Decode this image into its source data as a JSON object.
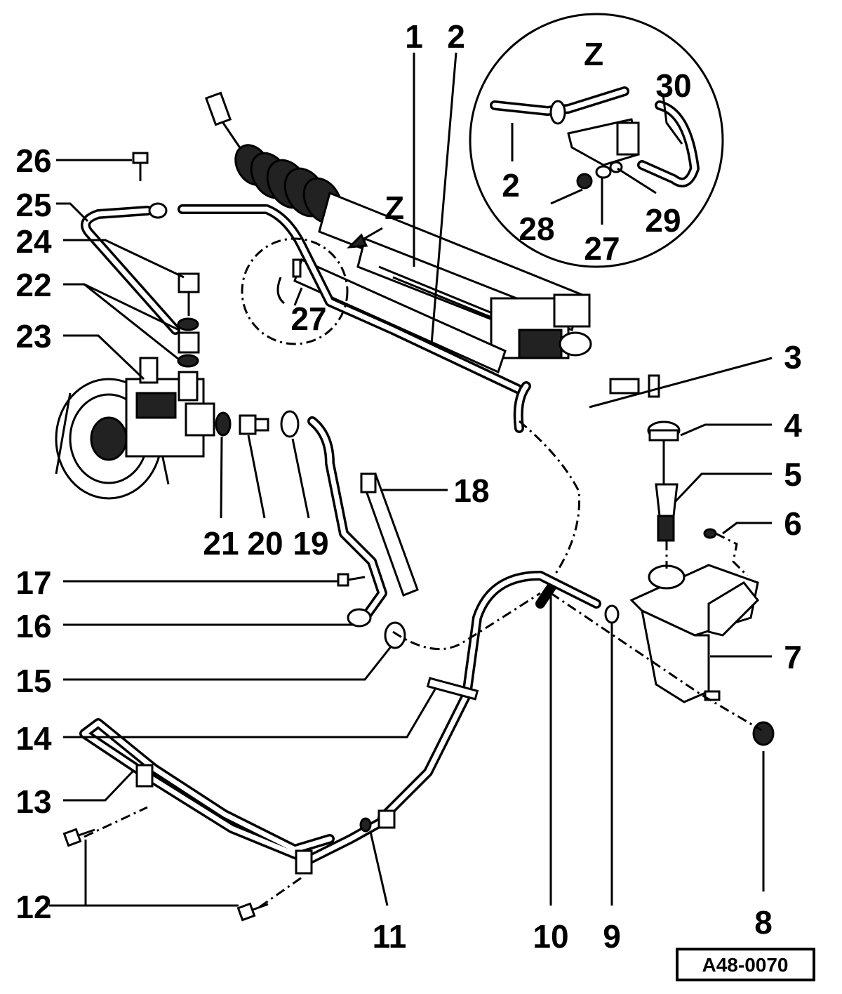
{
  "diagram": {
    "reference": "A48-0070",
    "detail_label": "Z",
    "callouts": [
      {
        "id": "c1",
        "text": "1"
      },
      {
        "id": "c2",
        "text": "2"
      },
      {
        "id": "c3",
        "text": "3"
      },
      {
        "id": "c4",
        "text": "4"
      },
      {
        "id": "c5",
        "text": "5"
      },
      {
        "id": "c6",
        "text": "6"
      },
      {
        "id": "c7",
        "text": "7"
      },
      {
        "id": "c8",
        "text": "8"
      },
      {
        "id": "c9",
        "text": "9"
      },
      {
        "id": "c10",
        "text": "10"
      },
      {
        "id": "c11",
        "text": "11"
      },
      {
        "id": "c12",
        "text": "12"
      },
      {
        "id": "c13",
        "text": "13"
      },
      {
        "id": "c14",
        "text": "14"
      },
      {
        "id": "c15",
        "text": "15"
      },
      {
        "id": "c16",
        "text": "16"
      },
      {
        "id": "c17",
        "text": "17"
      },
      {
        "id": "c18",
        "text": "18"
      },
      {
        "id": "c19",
        "text": "19"
      },
      {
        "id": "c20",
        "text": "20"
      },
      {
        "id": "c21",
        "text": "21"
      },
      {
        "id": "c22",
        "text": "22"
      },
      {
        "id": "c23",
        "text": "23"
      },
      {
        "id": "c24",
        "text": "24"
      },
      {
        "id": "c25",
        "text": "25"
      },
      {
        "id": "c26",
        "text": "26"
      },
      {
        "id": "c27",
        "text": "27"
      }
    ],
    "detail_callouts": [
      {
        "id": "d2",
        "text": "2"
      },
      {
        "id": "d27",
        "text": "27"
      },
      {
        "id": "d28",
        "text": "28"
      },
      {
        "id": "d29",
        "text": "29"
      },
      {
        "id": "d30",
        "text": "30"
      }
    ]
  }
}
